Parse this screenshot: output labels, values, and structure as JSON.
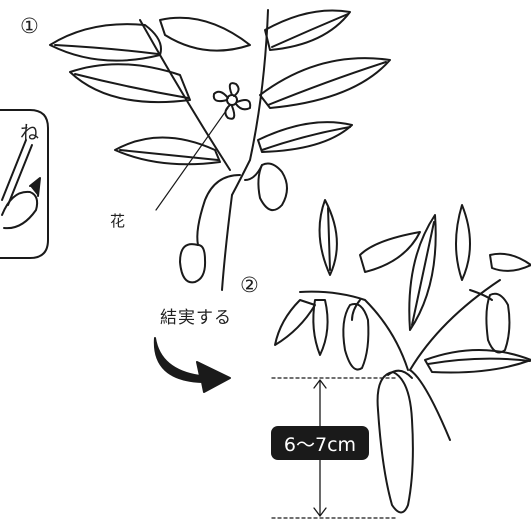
{
  "steps": {
    "step1": "①",
    "step2": "②"
  },
  "labels": {
    "flower": "花",
    "fruiting": "結実する",
    "inset_fragment": "ね"
  },
  "measurement": {
    "text": "6〜7cm"
  },
  "colors": {
    "ink": "#1a1a1a",
    "paper": "#ffffff"
  },
  "icons": {
    "arrow": "curved-arrow-icon"
  }
}
